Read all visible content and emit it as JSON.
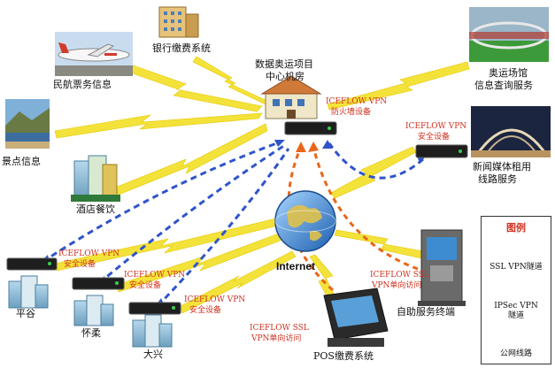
{
  "colors": {
    "ssl": "#e8661a",
    "ipsec": "#2f55c9",
    "public_line": "#f3e23a",
    "label_red": "#d0311f"
  },
  "nodes": {
    "bank": "银行缴费系统",
    "airline": "民航票务信息",
    "scenic": "景点信息",
    "hotel": "酒店餐饮",
    "center_title_1": "数据奥运项目",
    "center_title_2": "中心机房",
    "center_device_1": "ICEFLOW VPN",
    "center_device_2": "防火墙设备",
    "stadium_1": "奥运场馆",
    "stadium_2": "信息查询服务",
    "media_device_1": "ICEFLOW VPN",
    "media_device_2": "安全设备",
    "media_1": "新闻媒体租用",
    "media_2": "线路服务",
    "internet": "Internet",
    "pinggu_dev_1": "ICEFLOW VPN",
    "pinggu_dev_2": "安全设备",
    "pinggu": "平谷",
    "huairou_dev_1": "ICEFLOW VPN",
    "huairou_dev_2": "安全设备",
    "huairou": "怀柔",
    "daxing_dev_1": "ICEFLOW VPN",
    "daxing_dev_2": "安全设备",
    "daxing": "大兴",
    "pos_ssl_1": "ICEFLOW SSL",
    "pos_ssl_2": "VPN单向访问",
    "pos": "POS缴费系统",
    "kiosk_ssl_1": "ICEFLOW SSL",
    "kiosk_ssl_2": "VPN单向访问",
    "kiosk": "自助服务终端"
  },
  "legend": {
    "title": "图例",
    "ssl": "SSL VPN隧道",
    "ipsec_1": "IPSec VPN",
    "ipsec_2": "隧道",
    "public": "公网线路"
  }
}
